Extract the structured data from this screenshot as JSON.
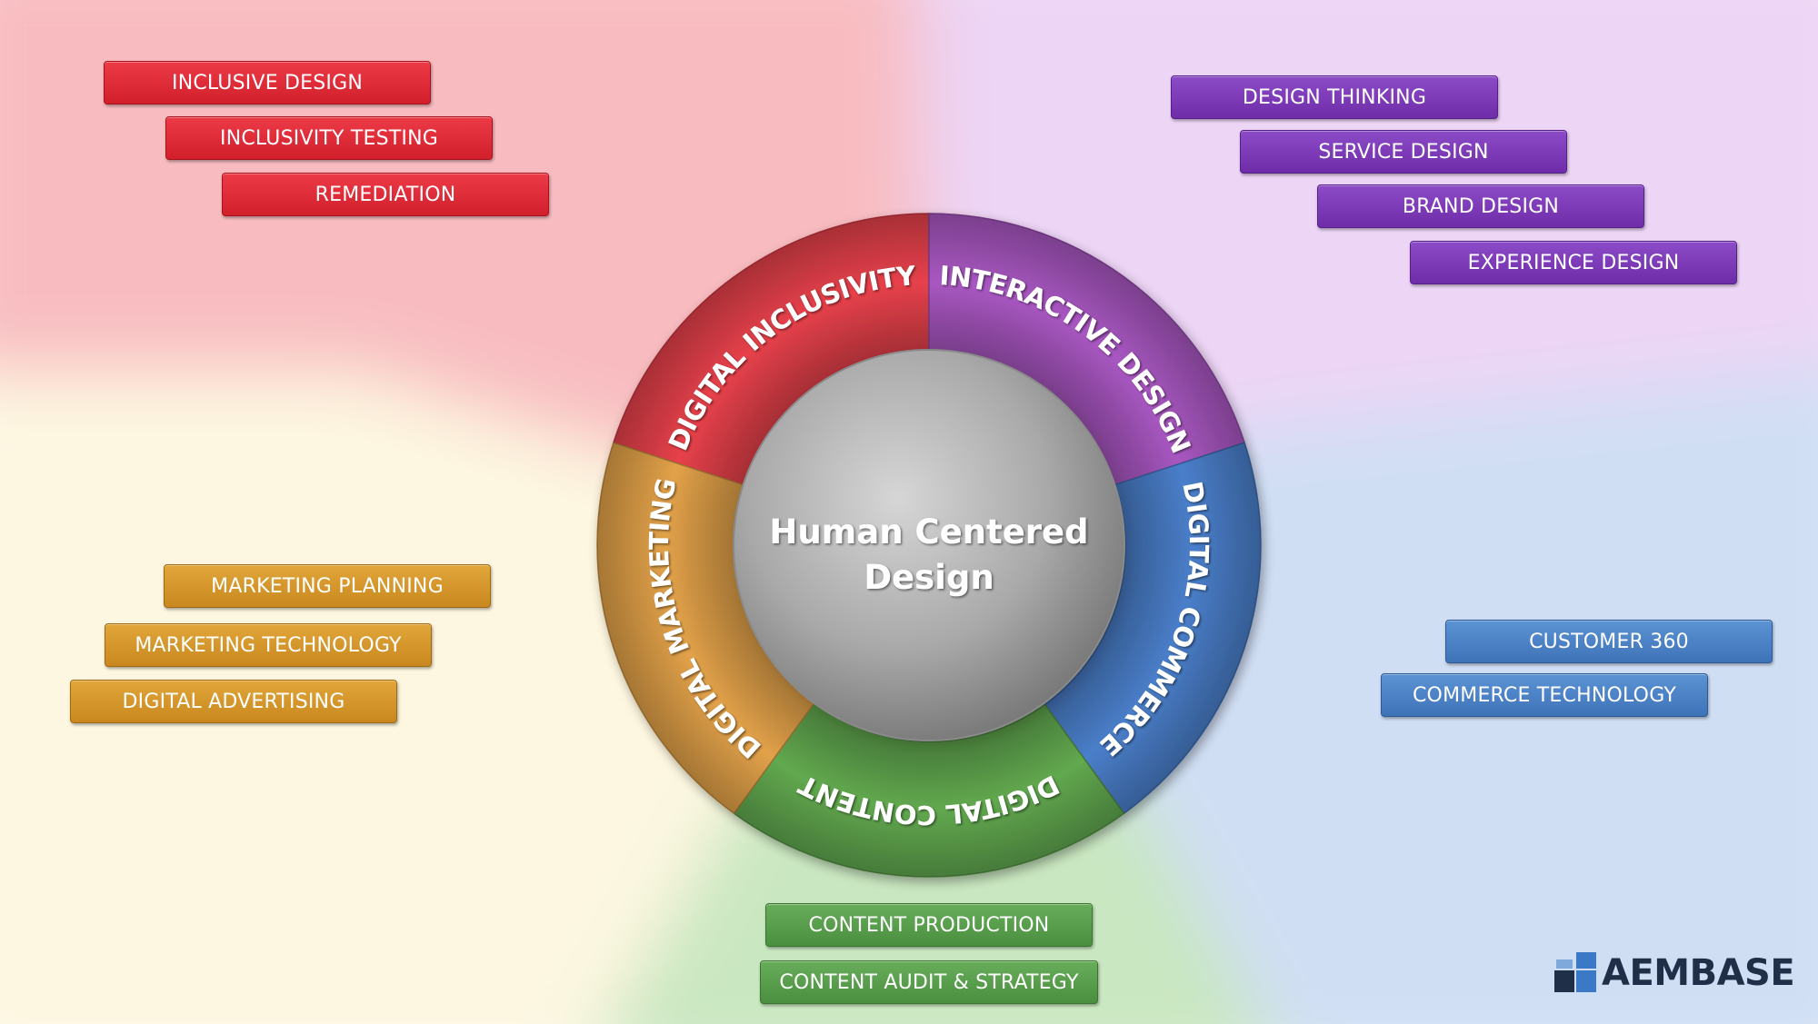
{
  "center": {
    "line1": "Human Centered",
    "line2": "Design"
  },
  "segments": [
    {
      "label": "DIGITAL INCLUSIVITY",
      "color": "#e8414b"
    },
    {
      "label": "INTERACTIVE DESIGN",
      "color": "#a957c2"
    },
    {
      "label": "DIGITAL COMMERCE",
      "color": "#4a7fcb"
    },
    {
      "label": "DIGITAL CONTENT",
      "color": "#62a94f"
    },
    {
      "label": "DIGITAL MARKETING",
      "color": "#e3a249"
    }
  ],
  "groups": {
    "inclusivity": [
      "INCLUSIVE DESIGN",
      "INCLUSIVITY TESTING",
      "REMEDIATION"
    ],
    "interactive": [
      "DESIGN THINKING",
      "SERVICE DESIGN",
      "BRAND DESIGN",
      "EXPERIENCE DESIGN"
    ],
    "commerce": [
      "CUSTOMER 360",
      "COMMERCE TECHNOLOGY"
    ],
    "content": [
      "CONTENT PRODUCTION",
      "CONTENT AUDIT  & STRATEGY"
    ],
    "marketing": [
      "MARKETING PLANNING",
      "MARKETING TECHNOLOGY",
      "DIGITAL ADVERTISING"
    ]
  },
  "logo": {
    "text": "AEMBASE"
  }
}
